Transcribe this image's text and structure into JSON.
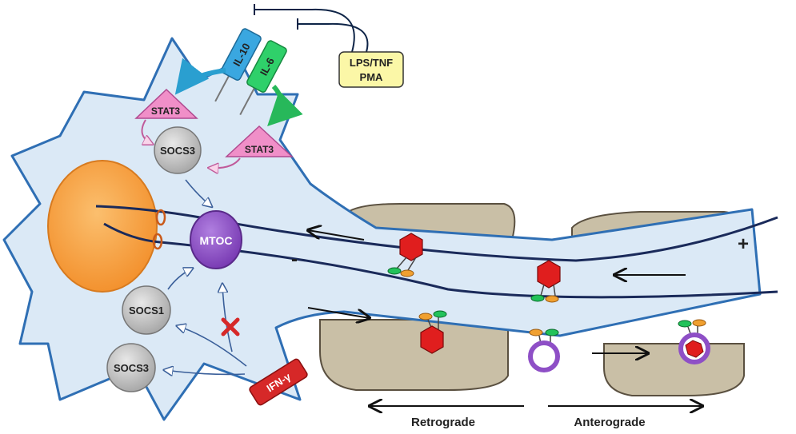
{
  "receptors": {
    "il10": "IL-10",
    "il6": "IL-6"
  },
  "stimulus": {
    "line1": "LPS/TNF",
    "line2": "PMA"
  },
  "stat3": {
    "left": "STAT3",
    "right": "STAT3"
  },
  "socs": {
    "socs3_top": "SOCS3",
    "socs1": "SOCS1",
    "socs3_bottom": "SOCS3"
  },
  "mtoc": "MTOC",
  "ifn": "IFN-γ",
  "polarity": {
    "minus": "-",
    "plus": "+"
  },
  "transport": {
    "retrograde": "Retrograde",
    "anterograde": "Anterograde"
  },
  "colors": {
    "cell_fill": "#dbe9f6",
    "cell_stroke": "#2f6fb4",
    "nucleus": "#f8a34a",
    "mtoc": "#8e4fc6",
    "socs": "#bdbdbd",
    "stat3": "#f08fc8",
    "il10": "#3aa7e0",
    "il6": "#2fd06a",
    "stimulus": "#fbf7a7",
    "ifn": "#d62828",
    "myelin": "#c9bfa6",
    "microtubule": "#1a2a5a"
  }
}
